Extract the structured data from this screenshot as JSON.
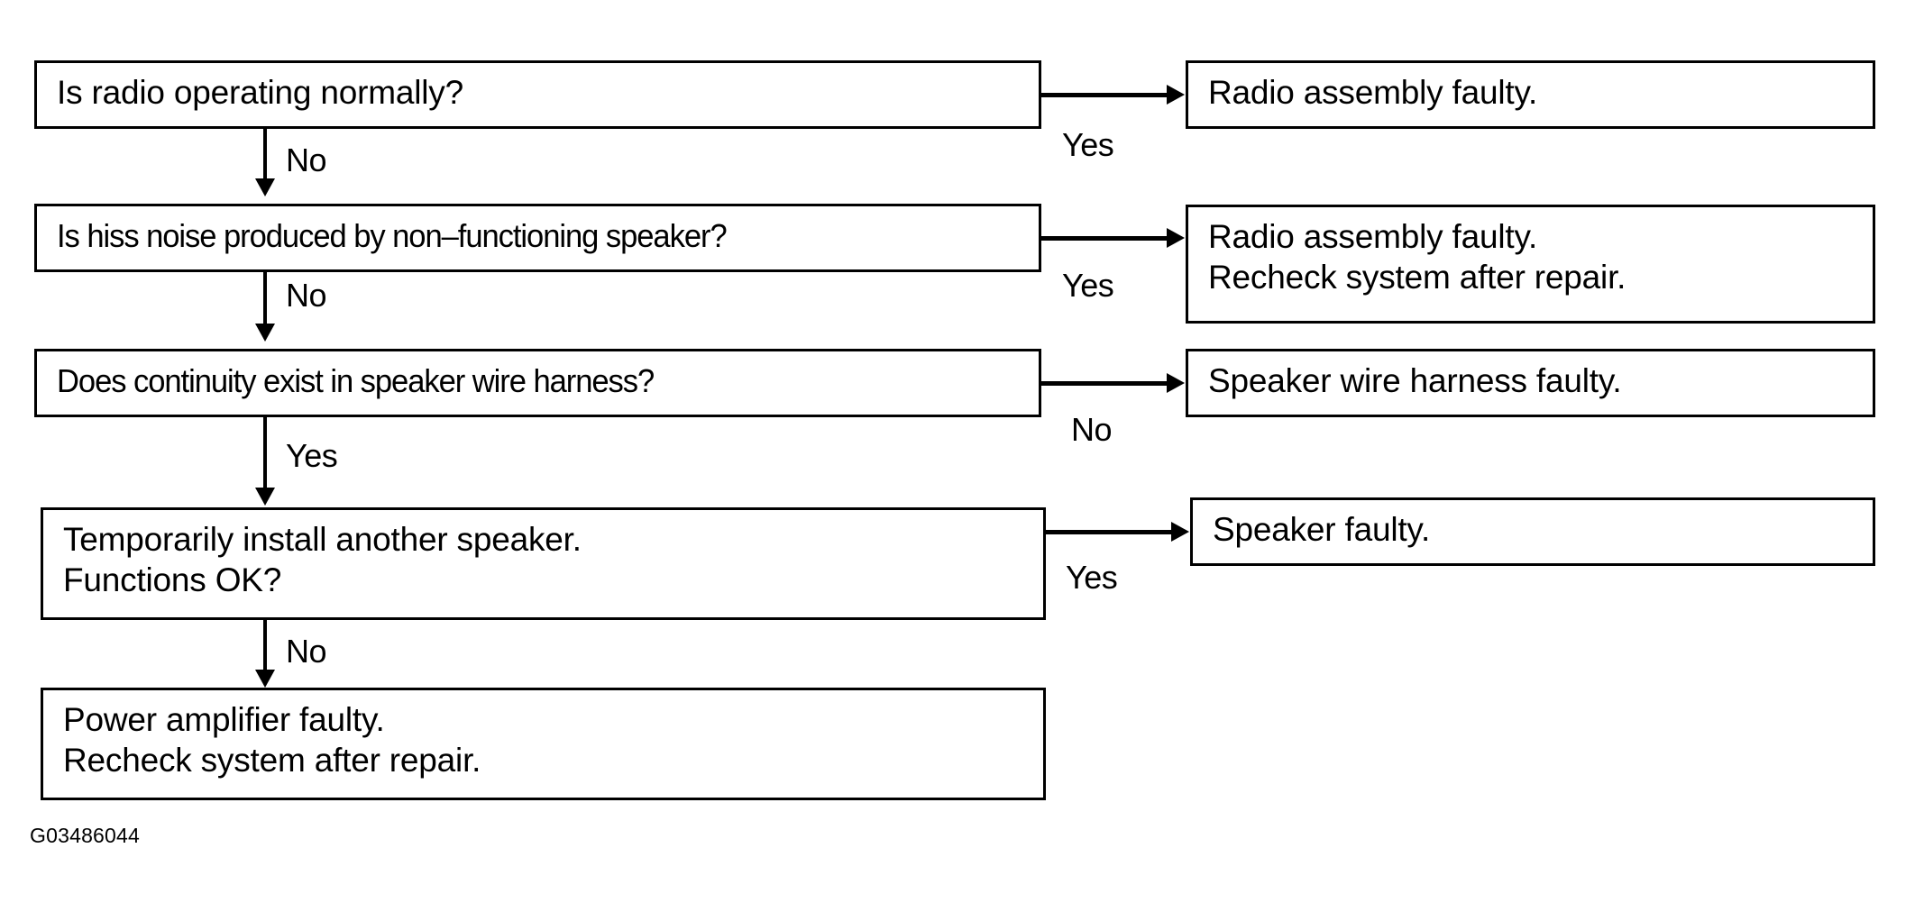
{
  "figure": {
    "code": "G03486044",
    "type": "troubleshooting-flowchart"
  },
  "nodes": {
    "q1": {
      "line1": "Is radio operating normally?"
    },
    "q2": {
      "line1": "Is hiss noise produced by non–functioning speaker?"
    },
    "q3": {
      "line1": "Does continuity exist in speaker wire harness?"
    },
    "q4": {
      "line1": "Temporarily install another speaker.",
      "line2": "Functions OK?"
    },
    "r1": {
      "line1": "Radio assembly faulty."
    },
    "r2": {
      "line1": "Radio assembly faulty.",
      "line2": "Recheck system after repair."
    },
    "r3": {
      "line1": "Speaker wire harness faulty."
    },
    "r4": {
      "line1": "Speaker faulty."
    },
    "r5": {
      "line1": "Power amplifier faulty.",
      "line2": "Recheck system after repair."
    }
  },
  "edges": {
    "q1_right": "Yes",
    "q1_down": "No",
    "q2_right": "Yes",
    "q2_down": "No",
    "q3_right": "No",
    "q3_down": "Yes",
    "q4_right": "Yes",
    "q4_down": "No"
  },
  "colors": {
    "stroke": "#000000",
    "background": "#ffffff",
    "text": "#000000"
  }
}
